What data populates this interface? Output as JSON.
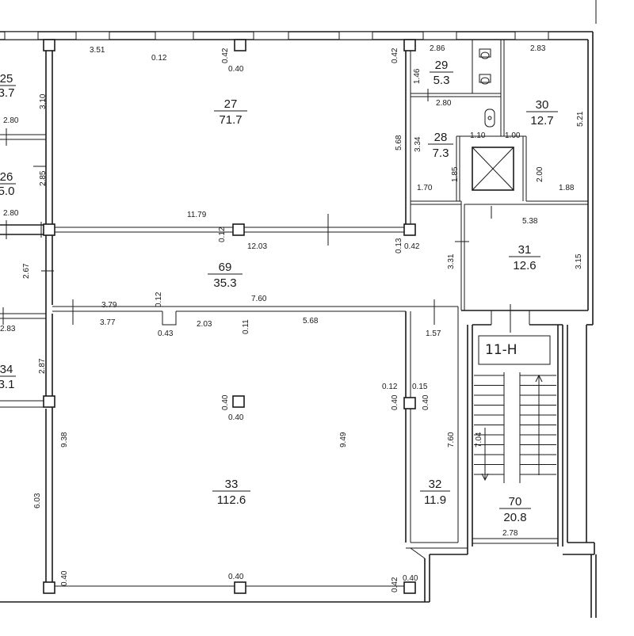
{
  "rooms": [
    {
      "id": "r25",
      "number": "25",
      "area": "3.7"
    },
    {
      "id": "r26",
      "number": "26",
      "area": "5.0"
    },
    {
      "id": "r27",
      "number": "27",
      "area": "71.7"
    },
    {
      "id": "r28",
      "number": "28",
      "area": "7.3"
    },
    {
      "id": "r29",
      "number": "29",
      "area": "5.3"
    },
    {
      "id": "r30",
      "number": "30",
      "area": "12.7"
    },
    {
      "id": "r31",
      "number": "31",
      "area": "12.6"
    },
    {
      "id": "r69",
      "number": "69",
      "area": "35.3"
    },
    {
      "id": "r34",
      "number": "34",
      "area": "3.1"
    },
    {
      "id": "r33",
      "number": "33",
      "area": "112.6"
    },
    {
      "id": "r32",
      "number": "32",
      "area": "11.9"
    },
    {
      "id": "r70",
      "number": "70",
      "area": "20.8"
    }
  ],
  "stair_label": "11-Н",
  "dimensions": [
    "3.51",
    "0.12",
    "0.42",
    "0.40",
    "0.42",
    "2.86",
    "2.83",
    "1.46",
    "2.80",
    "3.10",
    "2.80",
    "5.68",
    "3.34",
    "1.10",
    "1.00",
    "5.21",
    "2.85",
    "1.85",
    "2.00",
    "1.70",
    "1.88",
    "2.80",
    "11.79",
    "5.38",
    "0.12",
    "12.03",
    "0.13",
    "0.42",
    "3.31",
    "3.15",
    "2.67",
    "0.12",
    "7.60",
    "3.79",
    "3.77",
    "0.43",
    "2.03",
    "0.11",
    "5.68",
    "1.57",
    "2.83",
    "2.87",
    "0.12",
    "0.15",
    "0.40",
    "0.40",
    "0.40",
    "0.40",
    "9.38",
    "9.49",
    "7.60",
    "7.04",
    "6.03",
    "2.78",
    "0.40",
    "0.40",
    "0.42",
    "0.40"
  ]
}
